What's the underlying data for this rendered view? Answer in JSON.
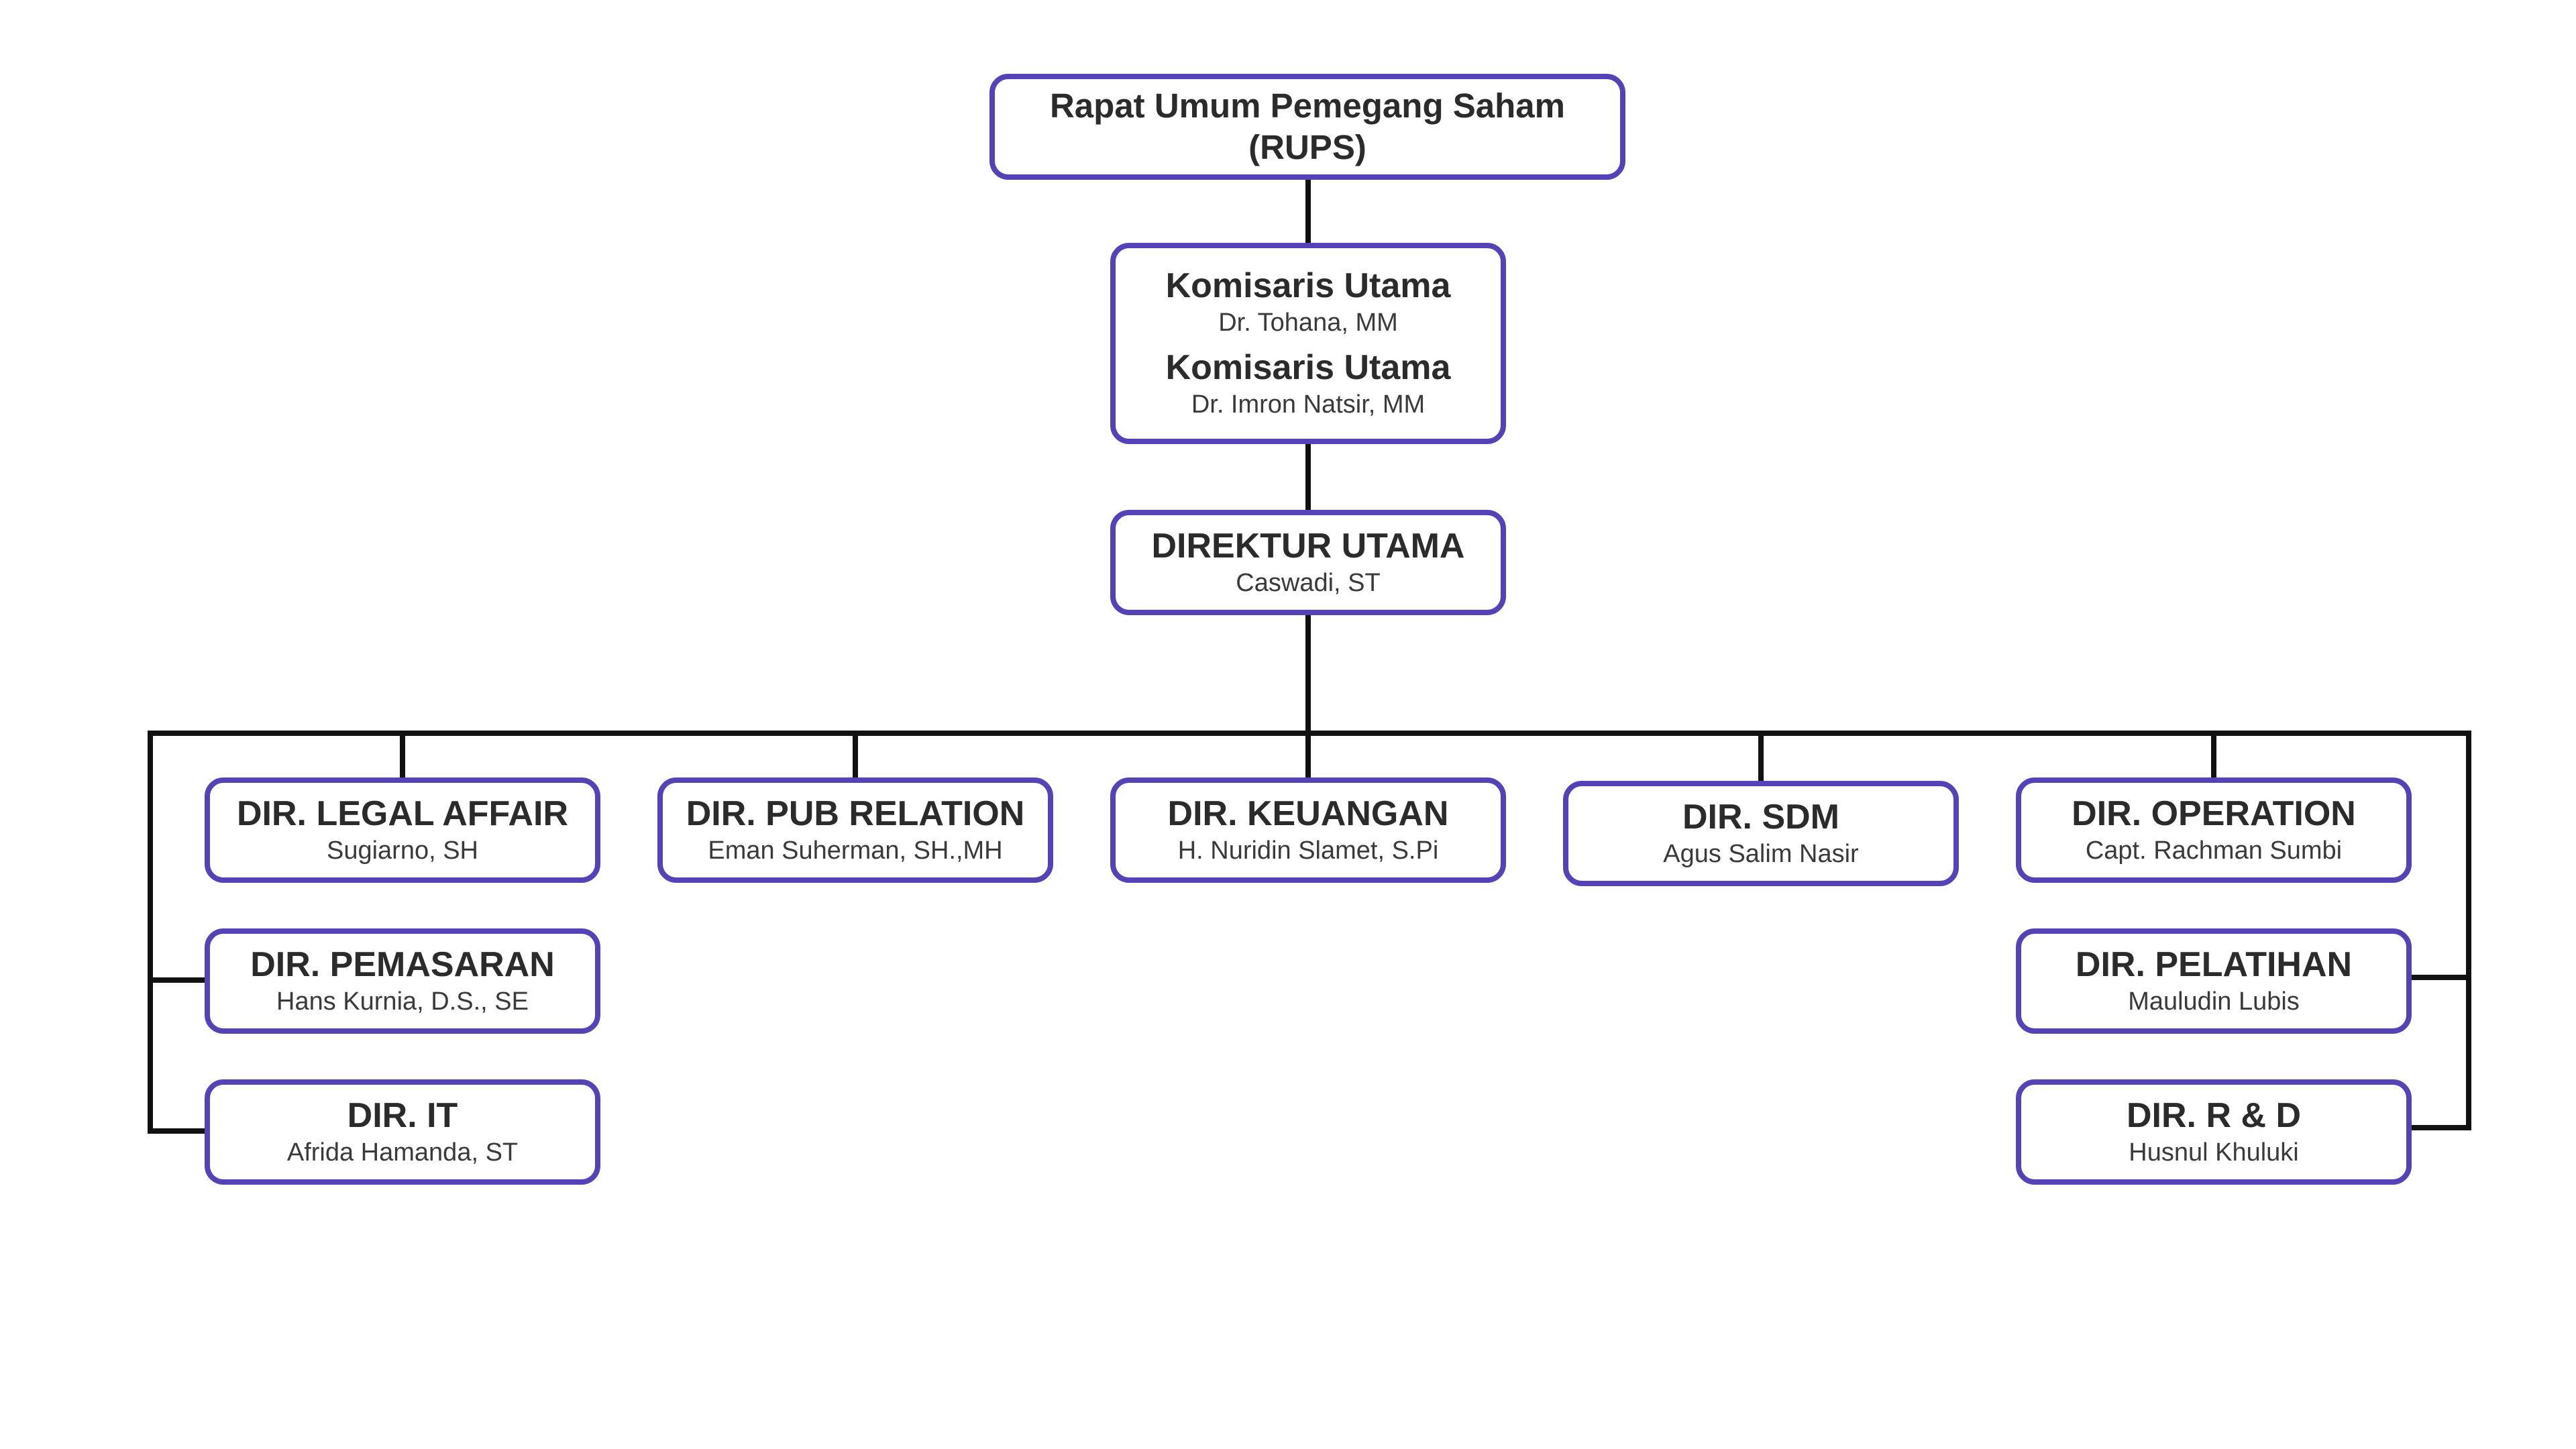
{
  "rups": {
    "line1": "Rapat Umum Pemegang Saham",
    "line2": "(RUPS)"
  },
  "komisaris": [
    {
      "title": "Komisaris Utama",
      "name": "Dr. Tohana, MM"
    },
    {
      "title": "Komisaris Utama",
      "name": "Dr. Imron Natsir, MM"
    }
  ],
  "direktur_utama": {
    "title": "DIREKTUR UTAMA",
    "name": "Caswadi, ST"
  },
  "directors": [
    {
      "title": "DIR. LEGAL AFFAIR",
      "name": "Sugiarno, SH"
    },
    {
      "title": "DIR. PUB RELATION",
      "name": "Eman Suherman, SH.,MH"
    },
    {
      "title": "DIR. KEUANGAN",
      "name": "H. Nuridin Slamet, S.Pi"
    },
    {
      "title": "DIR. SDM",
      "name": "Agus Salim Nasir"
    },
    {
      "title": "DIR. OPERATION",
      "name": "Capt. Rachman Sumbi"
    },
    {
      "title": "DIR. PEMASARAN",
      "name": "Hans Kurnia, D.S., SE"
    },
    {
      "title": "DIR. IT",
      "name": "Afrida Hamanda, ST"
    },
    {
      "title": "DIR. PELATIHAN",
      "name": "Mauludin Lubis"
    },
    {
      "title": "DIR. R & D",
      "name": "Husnul Khuluki"
    }
  ],
  "colors": {
    "box_border": "#5443b6",
    "connector": "#111111",
    "text": "#2b2b2b"
  }
}
